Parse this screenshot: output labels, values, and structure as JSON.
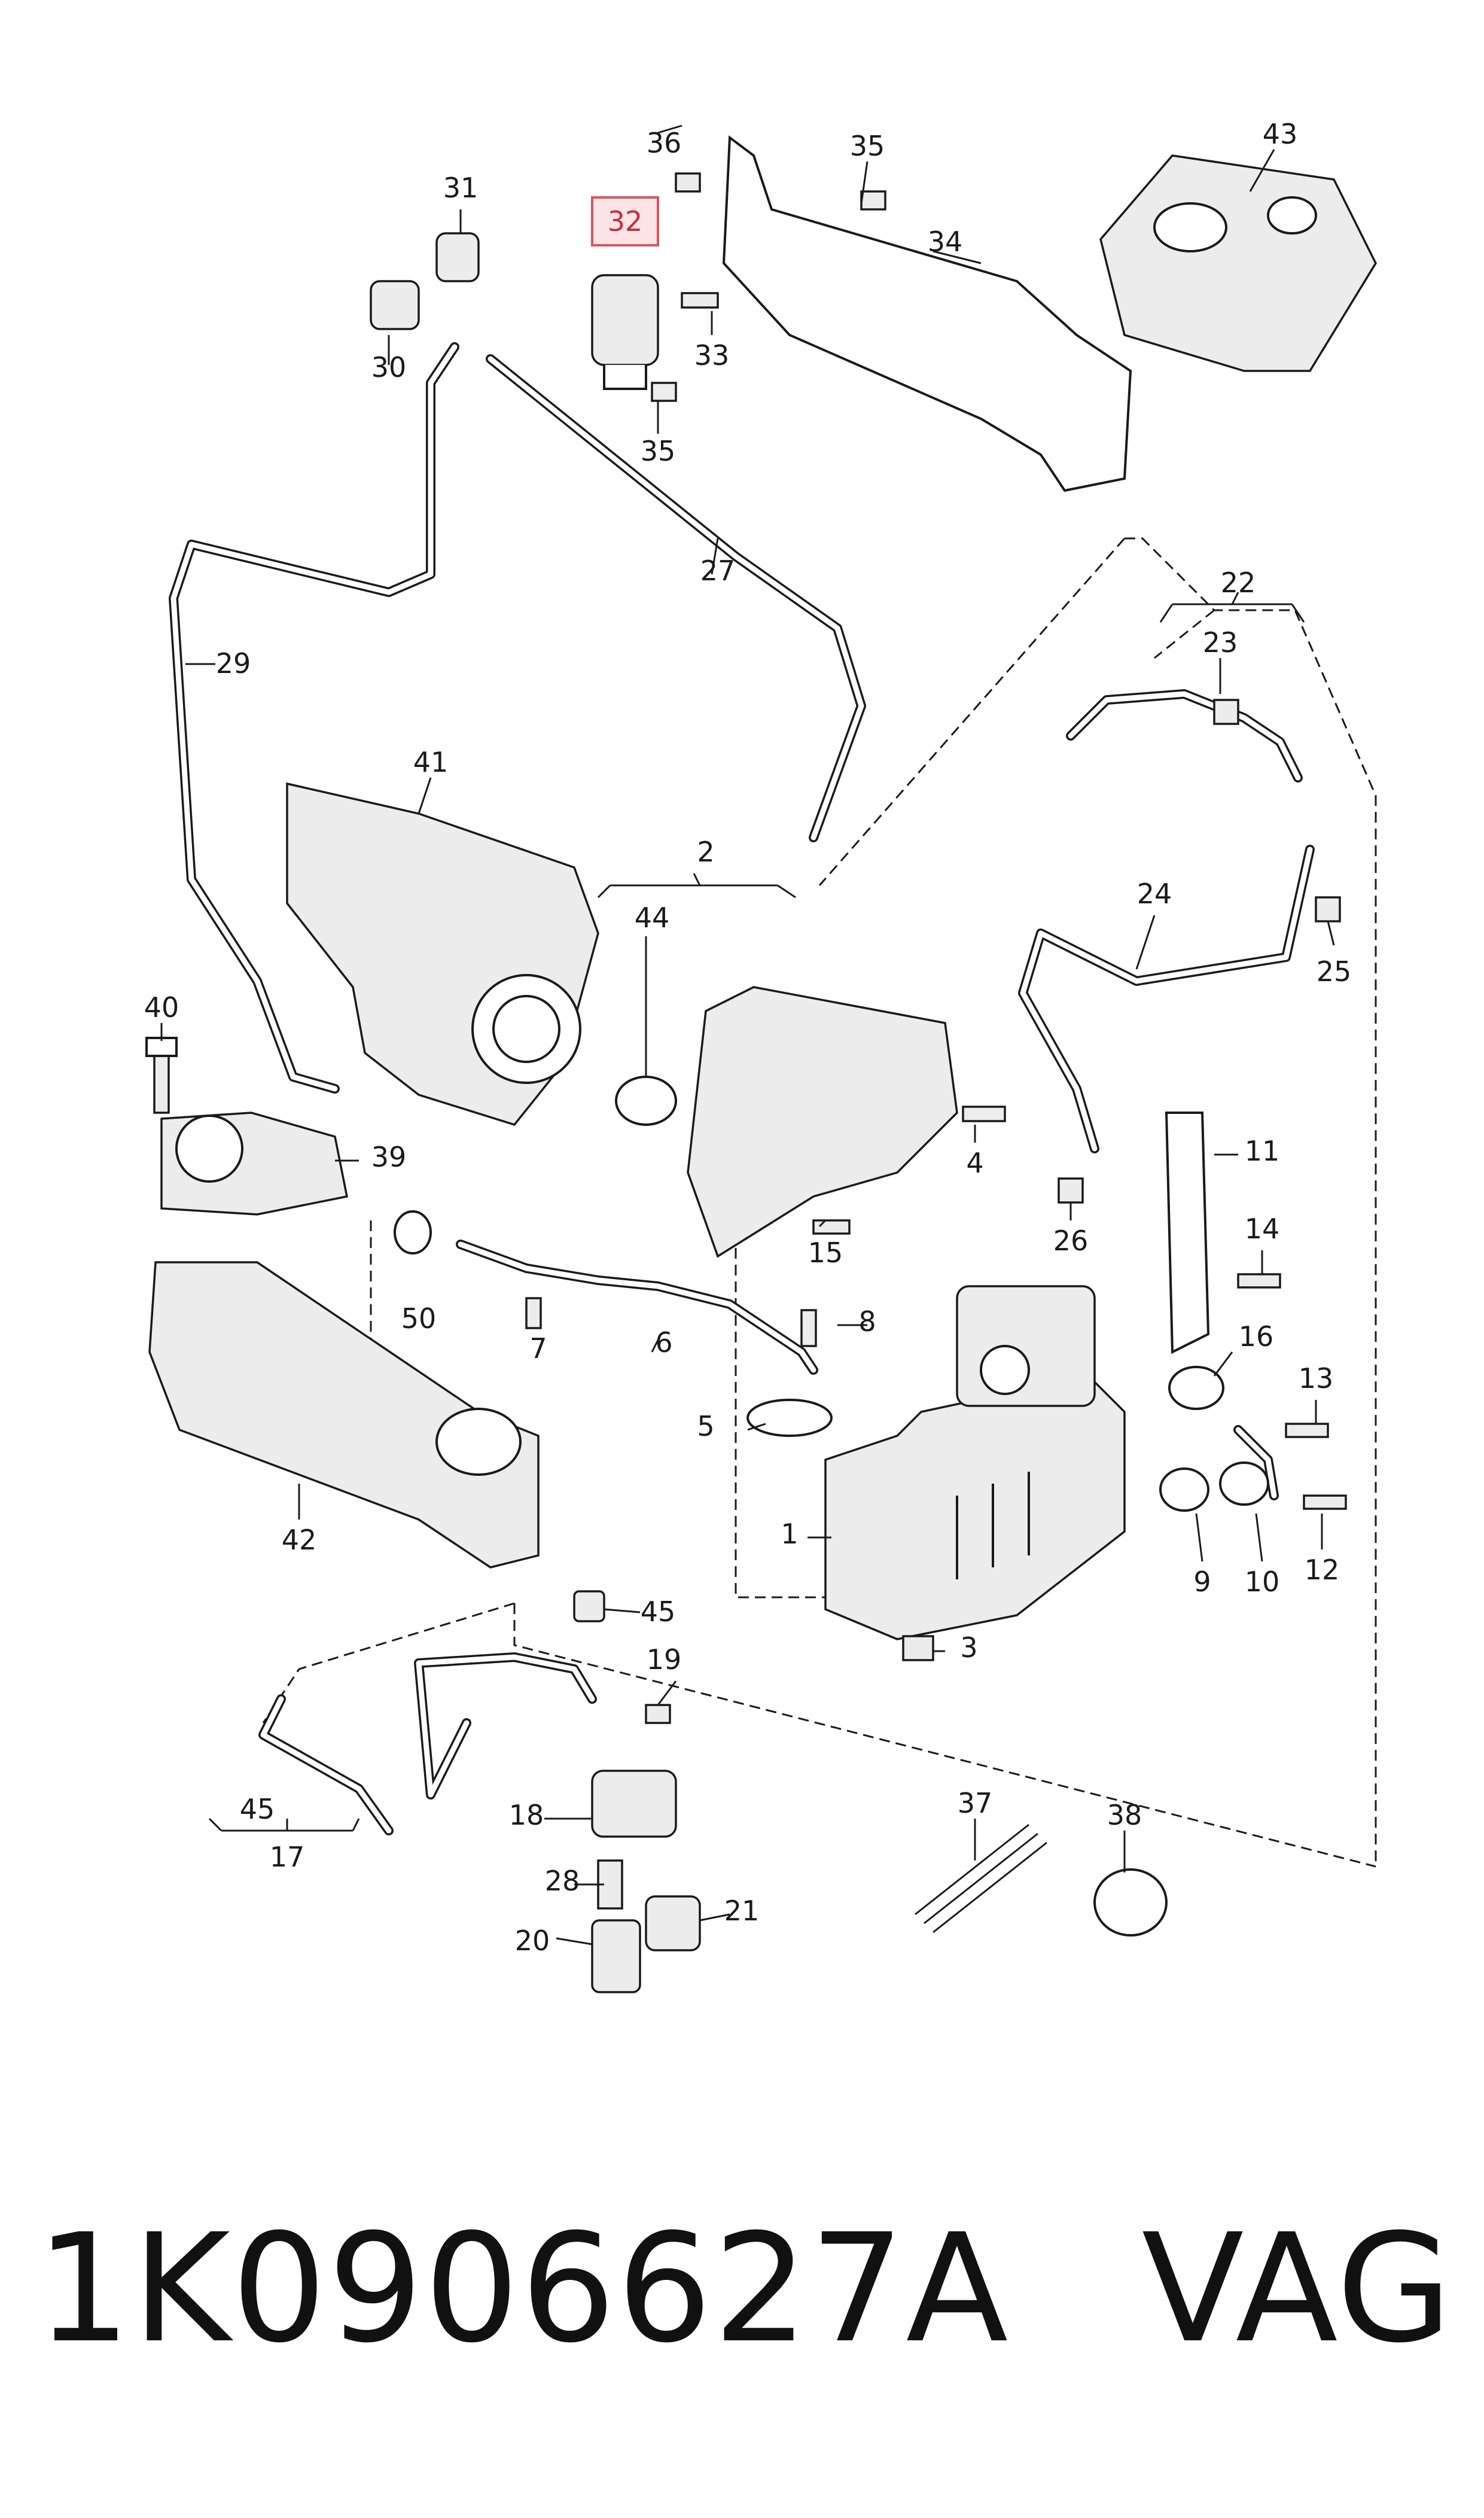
{
  "footer": {
    "part_number": "1K0906627A",
    "brand": "VAG"
  },
  "highlight": {
    "label": "32",
    "box_fill": "#fbe3e6",
    "box_stroke": "#d9545f",
    "text_color": "#c0303e"
  },
  "labels": [
    "1",
    "2",
    "3",
    "4",
    "5",
    "6",
    "7",
    "8",
    "9",
    "10",
    "11",
    "12",
    "13",
    "14",
    "15",
    "16",
    "17",
    "18",
    "19",
    "20",
    "21",
    "22",
    "23",
    "24",
    "25",
    "26",
    "27",
    "28",
    "29",
    "30",
    "31",
    "32",
    "33",
    "34",
    "35",
    "35",
    "36",
    "37",
    "38",
    "39",
    "40",
    "41",
    "42",
    "43",
    "44",
    "45",
    "45",
    "50"
  ]
}
